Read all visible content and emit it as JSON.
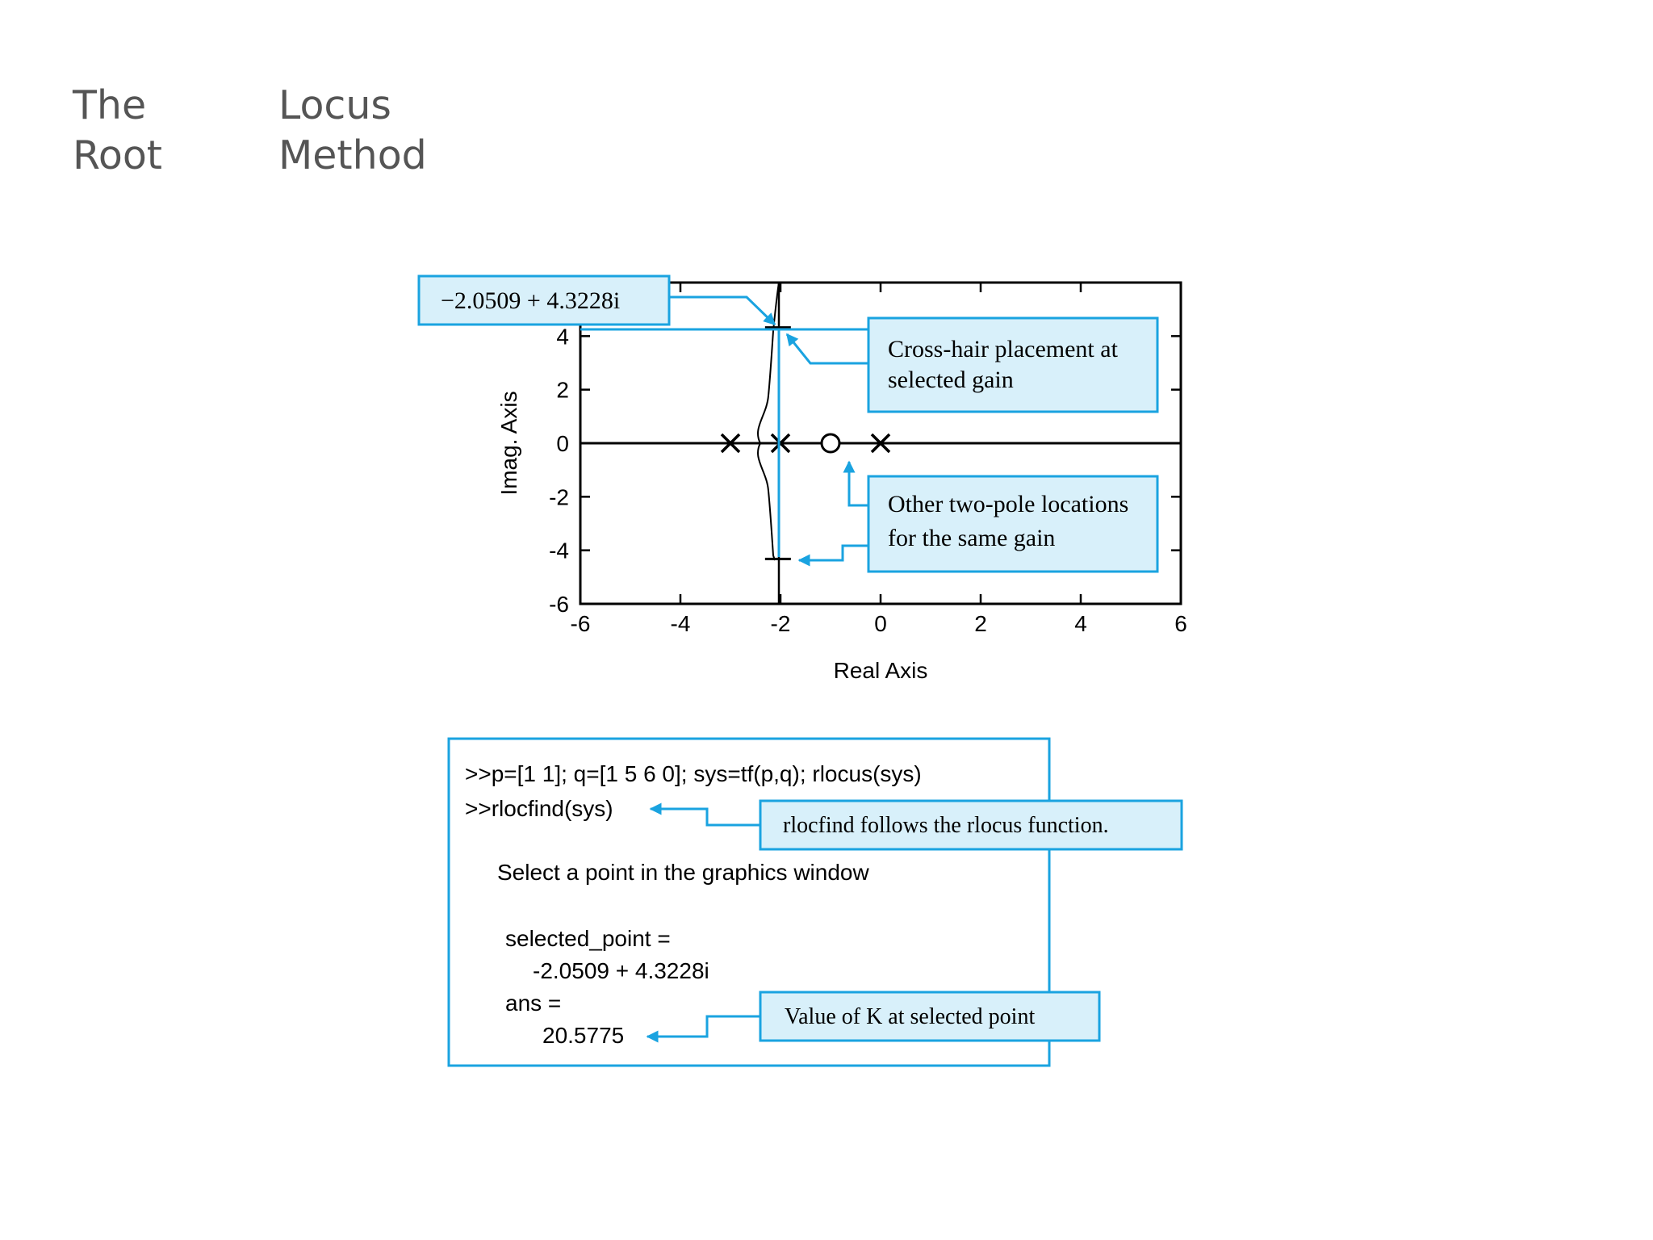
{
  "slide": {
    "title_words": [
      "The",
      "Locus",
      "Root",
      "Method"
    ]
  },
  "colors": {
    "accent": "#1aa3e0",
    "callout_fill": "#d8f0fa",
    "title_text": "#555555",
    "ink": "#000000"
  },
  "plot": {
    "xlabel": "Real Axis",
    "ylabel": "Imag. Axis",
    "xlim": [
      -6,
      6
    ],
    "ylim": [
      -6,
      6
    ],
    "x_ticks": [
      -6,
      -4,
      -2,
      0,
      2,
      4,
      6
    ],
    "y_ticks": [
      -6,
      -4,
      -2,
      0,
      2,
      4
    ],
    "poles": [
      [
        -3,
        0
      ],
      [
        -2,
        0
      ],
      [
        0,
        0
      ]
    ],
    "zeros": [
      [
        -1,
        0
      ]
    ],
    "selected_points": [
      [
        -2.0509,
        4.3228
      ],
      [
        -2.0509,
        -4.3228
      ]
    ],
    "crosshair_label": "−2.0509 + 4.3228i",
    "callouts": {
      "crosshair": [
        "Cross-hair placement at",
        "selected gain"
      ],
      "other_poles": [
        "Other two-pole locations",
        "for the same gain"
      ]
    }
  },
  "console": {
    "line1": ">>p=[1 1]; q=[1 5 6 0]; sys=tf(p,q); rlocus(sys)",
    "line2": ">>rlocfind(sys)",
    "prompt": "Select a point in the graphics window",
    "selected_label": "selected_point =",
    "selected_value": "-2.0509 + 4.3228i",
    "ans_label": "ans =",
    "ans_value": "20.5775",
    "callout_rlocfind": "rlocfind follows the rlocus function.",
    "callout_k": "Value of K at selected point"
  }
}
